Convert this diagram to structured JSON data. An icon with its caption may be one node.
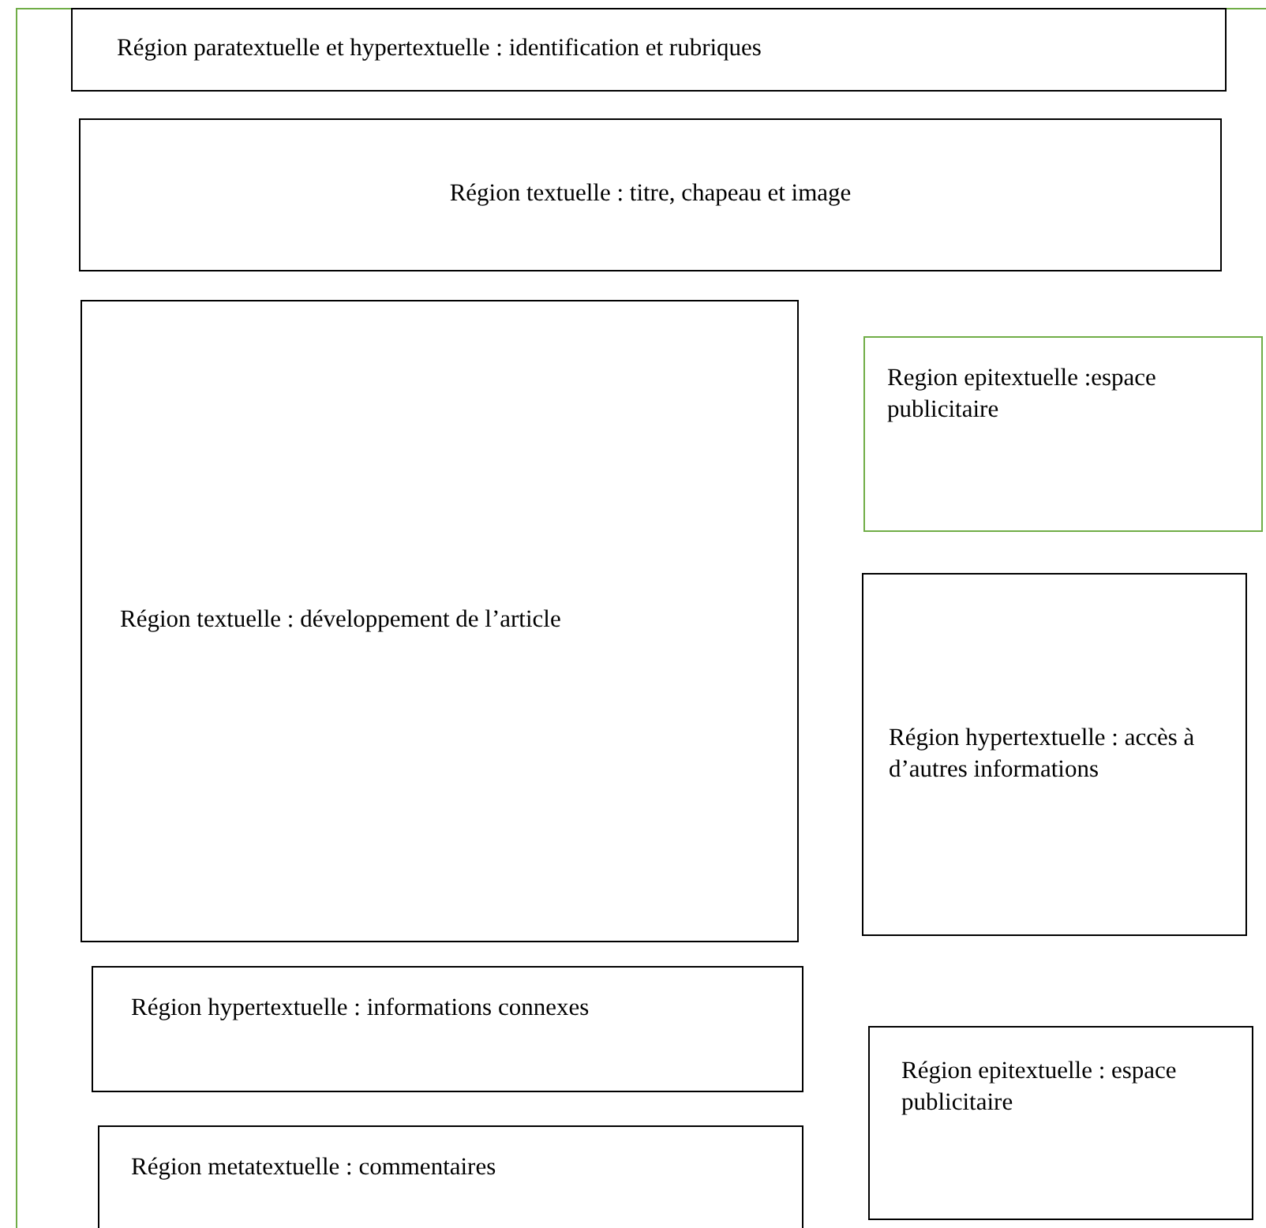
{
  "diagram": {
    "nodes": [
      {
        "text": [
          "Région paratextuelle et hypertextuelle : identification et rubriques"
        ]
      },
      {
        "text": [
          "Région textuelle : titre, chapeau et image"
        ]
      },
      {
        "text": [
          "Région textuelle : développement de l’article"
        ]
      },
      {
        "text": [
          "Region epitextuelle :espace publicitaire"
        ]
      },
      {
        "text": [
          "Région hypertextuelle : accès à d’autres informations"
        ]
      },
      {
        "text": [
          "Région hypertextuelle : informations connexes"
        ]
      },
      {
        "text": [
          "Région metatextuelle : commentaires"
        ]
      },
      {
        "text": [
          "Région epitextuelle : espace publicitaire"
        ]
      }
    ],
    "edges": []
  }
}
